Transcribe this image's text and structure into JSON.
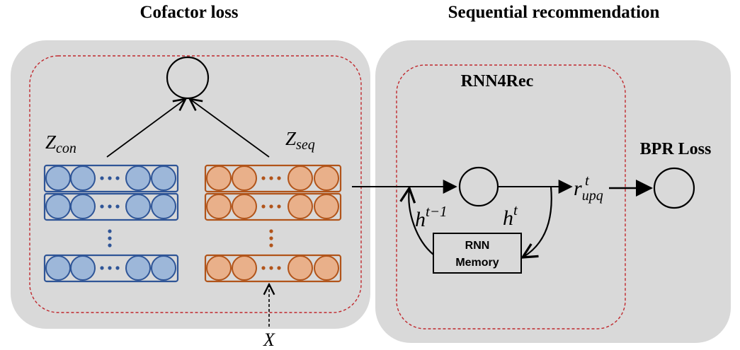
{
  "titles": {
    "left": "Cofactor loss",
    "right": "Sequential recommendation"
  },
  "labels": {
    "rnn4rec": "RNN4Rec",
    "bpr_loss": "BPR Loss",
    "rnn_memory_line1": "RNN",
    "rnn_memory_line2": "Memory"
  },
  "math": {
    "z_con_base": "Z",
    "z_con_sub": "con",
    "z_seq_base": "Z",
    "z_seq_sub": "seq",
    "input_x": "X",
    "h_prev_base": "h",
    "h_prev_sup": "t−1",
    "h_t_base": "h",
    "h_t_sup": "t",
    "r_base": "r",
    "r_sub": "upq",
    "r_sup": "t"
  },
  "colors": {
    "panel_fill": "#d9d9d9",
    "dashed_border": "#c0282d",
    "blue_fill": "#9db7d9",
    "blue_stroke": "#2f5597",
    "orange_fill": "#e9b08a",
    "orange_stroke": "#b1541a",
    "ink": "#000000"
  },
  "icons": {
    "ellipsis": "•••",
    "vertical_ellipsis": "⋮"
  }
}
